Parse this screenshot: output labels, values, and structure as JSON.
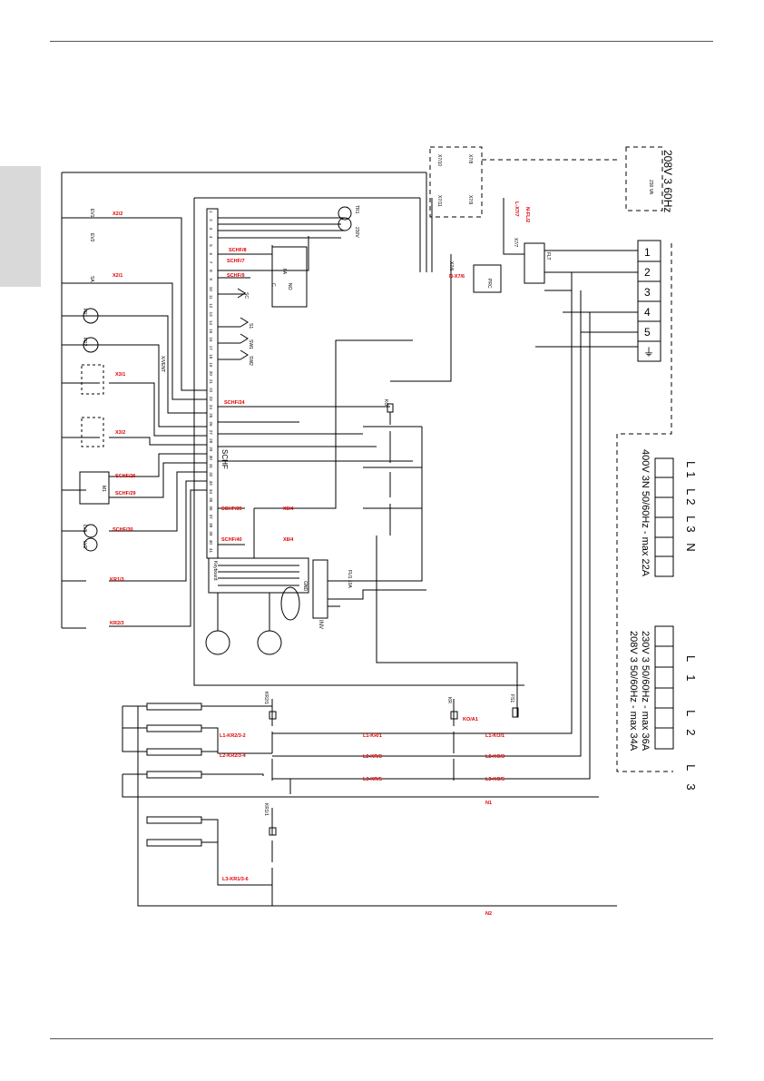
{
  "page": {
    "accent_color": "#e00000",
    "sidebar_tab_color": "#d9d9d9"
  },
  "supply": {
    "top_right": "208V 3 60Hz",
    "box1_line": "L1 L2 L3 N",
    "box1_rating": "400V 3N 50/60Hz - max 22A",
    "box2_line": "L1 L2 L3",
    "box2_rating1": "230V 3 50/60Hz - max 36A",
    "box2_rating2": "208V 3 50/60Hz - max 34A"
  },
  "terminals": {
    "labels": [
      "1",
      "2",
      "3",
      "4",
      "5",
      "⏚"
    ]
  },
  "schf_label": "SCHF",
  "schf_pins": [
    "1",
    "2",
    "3",
    "4",
    "5",
    "6",
    "7",
    "8",
    "9",
    "10",
    "11",
    "12",
    "13",
    "14",
    "15",
    "16",
    "17",
    "18",
    "19",
    "20",
    "21",
    "22",
    "23",
    "24",
    "25",
    "26",
    "27",
    "28",
    "29",
    "30",
    "31",
    "32",
    "33",
    "34",
    "35",
    "36",
    "37",
    "38",
    "39",
    "40",
    "41"
  ],
  "keyboard_label": "Keyboard",
  "inv_label": "INV",
  "left_components": {
    "ev": [
      "EV1",
      "EV2"
    ],
    "sa": "SA",
    "fr": [
      "FR1",
      "FR2"
    ],
    "ventilation": "X/VENT",
    "bl": [
      "BL",
      "BO",
      "PC"
    ],
    "lamps": [
      "LV1",
      "LV2"
    ],
    "kr": [
      "KR1/3",
      "KR2/3"
    ]
  },
  "red_labels": {
    "x2_2": "X2/2",
    "x2_1": "X2/1",
    "x3_1": "X3/1",
    "x3_2": "X3/2",
    "schf_26": "SCHF/26",
    "schf_29": "SCHF/29",
    "schf_30": "SCHF/30",
    "kr1_3": "KR1/3",
    "kr2_3": "KR2/3",
    "schf_8": "SCHF/8",
    "schf_7": "SCHF/7",
    "schf_9": "SCHF/9",
    "schf_24": "SCHF/24",
    "schf_39": "SCHF/39",
    "schf_40": "SCHF/40",
    "x8_4a": "X8/4",
    "x8_4b": "X8/4",
    "n_fl": "N-FL/2",
    "l_x7": "L-X7/7",
    "n_x7": "N-X7/6",
    "l1_kr2": "L1-KR2/3-2",
    "l2_kr2": "L2-KR2/3-4",
    "l1_kr": "L1-KR/1",
    "l2_kr": "L2-KR/3",
    "l3_kr": "L3-KR/5",
    "l1_ko": "L1-KO/1",
    "l2_ko": "L2-KO/3",
    "l3_ko": "L3-KO/5",
    "ko_a1": "KO/A1",
    "n1": "N1",
    "n2": "N2",
    "l3_kr1": "L3-KR1/3-6"
  },
  "misc": {
    "tr1": "TR1",
    "v230": "230V",
    "fus": "F1A",
    "flt": "FLT",
    "prc": "PRC",
    "ko": "KO",
    "kr": "KR",
    "kr1": "KR1/1",
    "kr2": "KR2/1",
    "fs": "FS1",
    "pump": "M1",
    "no": "NO",
    "c": "C",
    "fa": "FA",
    "sc": "SC",
    "s1": "S1",
    "sw1": "SW1",
    "sw2": "SW2",
    "x7_10": "X7/10",
    "x7_11": "X7/11",
    "x7_9": "X7/9",
    "x7_8": "X7/8",
    "x7_7": "X7/7",
    "x7_6": "X7/6",
    "trasf": "230 VA",
    "fu10a": "FU1 10A",
    "gnd": "GND"
  }
}
